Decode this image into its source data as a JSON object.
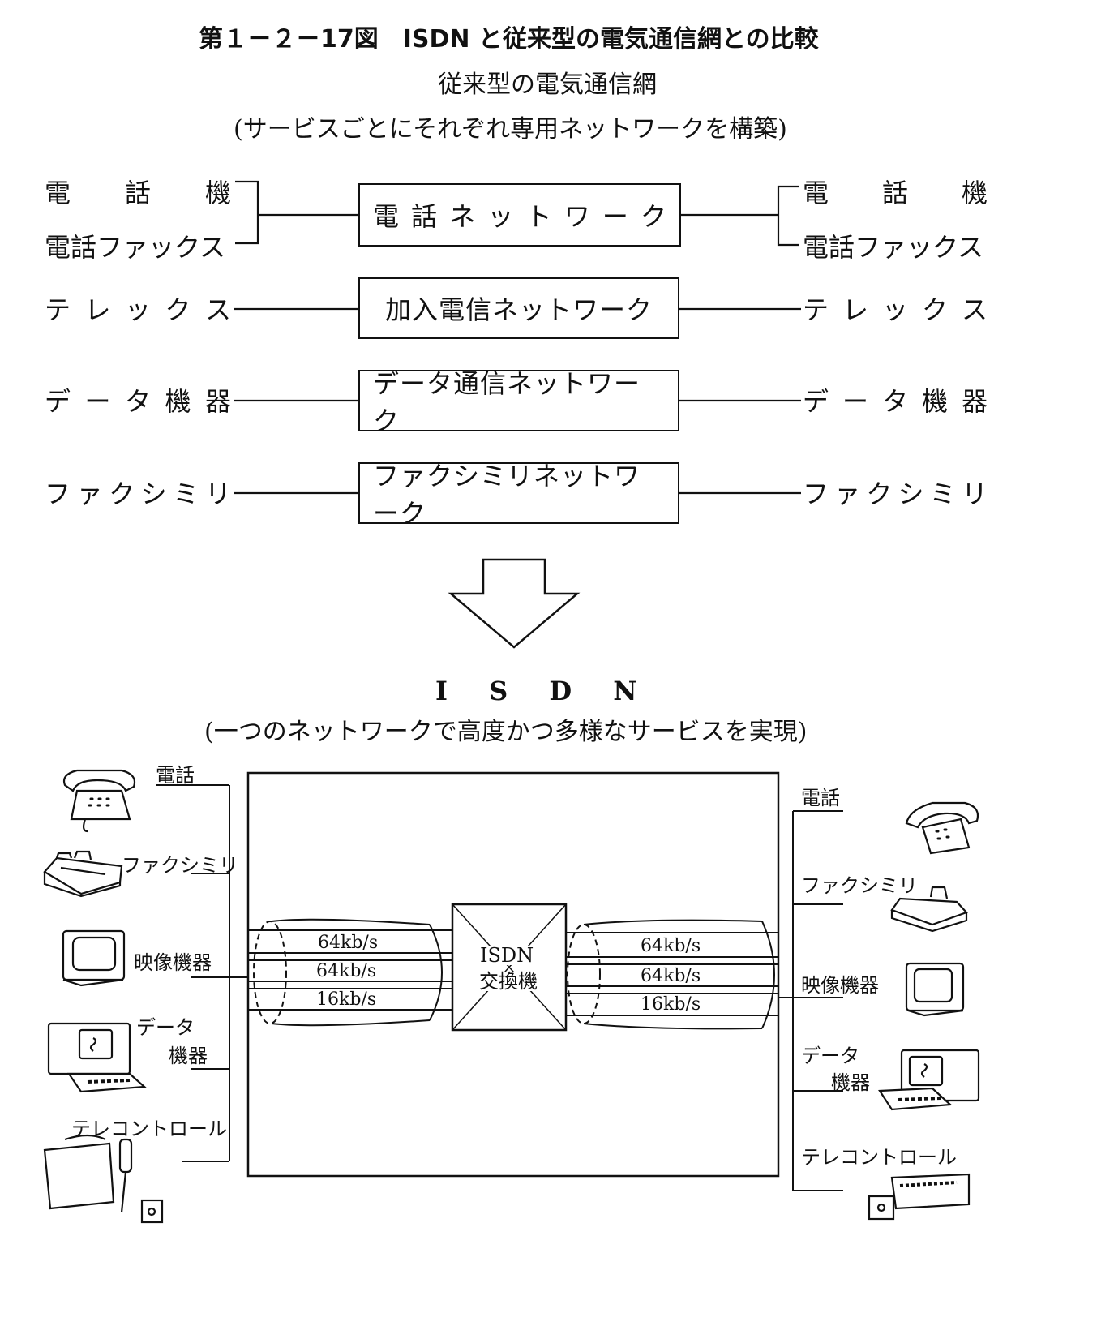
{
  "figure_title": "第１－２－17図　ISDN と従来型の電気通信網との比較",
  "conventional": {
    "heading": "従来型の電気通信網",
    "note": "(サービスごとにそれぞれ専用ネットワークを構築)",
    "rows": [
      {
        "left": [
          "電話機",
          "電話ファックス"
        ],
        "network": "電話ネットワーク",
        "right": [
          "電話機",
          "電話ファックス"
        ]
      },
      {
        "left": [
          "テレックス"
        ],
        "network": "加入電信ネットワーク",
        "right": [
          "テレックス"
        ]
      },
      {
        "left": [
          "データ機器"
        ],
        "network": "データ通信ネットワーク",
        "right": [
          "データ機器"
        ]
      },
      {
        "left": [
          "ファクシミリ"
        ],
        "network": "ファクシミリネットワーク",
        "right": [
          "ファクシミリ"
        ]
      }
    ]
  },
  "isdn": {
    "heading": "I S D N",
    "note": "(一つのネットワークで高度かつ多様なサービスを実現)",
    "exchange_label_1": "ISDN",
    "exchange_label_2": "交換機",
    "channels": [
      "64kb/s",
      "64kb/s",
      "16kb/s"
    ],
    "left_devices": [
      "電話",
      "ファクシミリ",
      "映像機器",
      "データ",
      "機器",
      "テレコントロール"
    ],
    "right_devices": [
      "電話",
      "ファクシミリ",
      "映像機器",
      "データ",
      "機器",
      "テレコントロール"
    ]
  },
  "icons": [
    "telephone-icon",
    "fax-icon",
    "monitor-icon",
    "computer-icon",
    "telecontrol-icon"
  ]
}
